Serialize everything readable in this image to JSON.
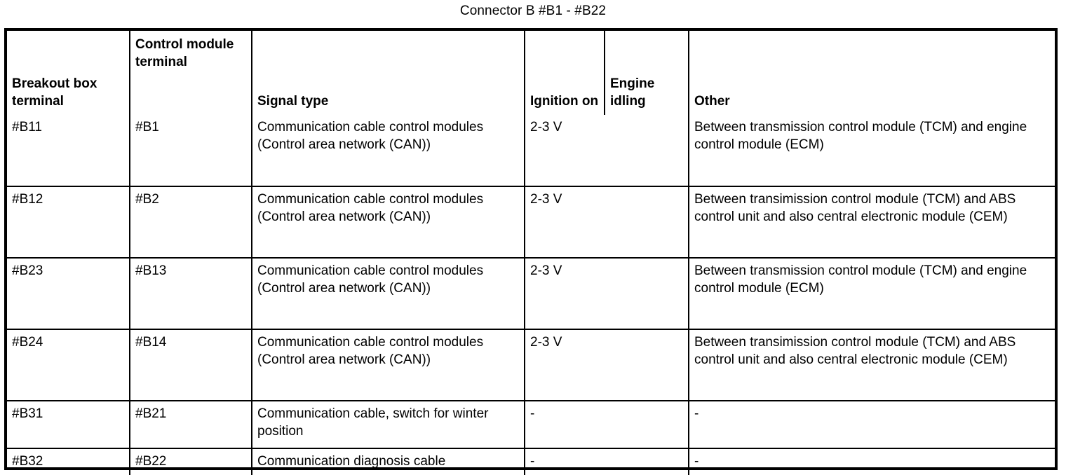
{
  "document": {
    "title": "Connector B #B1 - #B22"
  },
  "table": {
    "columns": [
      {
        "key": "breakout_terminal",
        "label": "Breakout box terminal",
        "align_top": false
      },
      {
        "key": "module_terminal",
        "label": "Control module terminal",
        "align_top": true
      },
      {
        "key": "signal_type",
        "label": "Signal type",
        "align_top": false
      },
      {
        "key": "ignition_on",
        "label": "Ignition on",
        "align_top": false
      },
      {
        "key": "engine_idling",
        "label": "Engine idling",
        "align_top": false
      },
      {
        "key": "other",
        "label": "Other",
        "align_top": false
      }
    ],
    "rows": [
      {
        "breakout_terminal": "#B11",
        "module_terminal": "#B1",
        "signal_type": "Communication cable control modules (Control area network (CAN))",
        "ignition_on": "2-3 V",
        "engine_idling": "",
        "other": "Between transmission control module (TCM) and engine control module (ECM)"
      },
      {
        "breakout_terminal": "#B12",
        "module_terminal": "#B2",
        "signal_type": "Communication cable control modules (Control area network (CAN))",
        "ignition_on": "2-3 V",
        "engine_idling": "",
        "other": "Between transimission control module (TCM) and ABS control unit and also central electronic module (CEM)"
      },
      {
        "breakout_terminal": "#B23",
        "module_terminal": "#B13",
        "signal_type": "Communication cable control modules (Control area network (CAN))",
        "ignition_on": "2-3 V",
        "engine_idling": "",
        "other": "Between transmission control module (TCM) and engine control module (ECM)"
      },
      {
        "breakout_terminal": "#B24",
        "module_terminal": "#B14",
        "signal_type": "Communication cable control modules (Control area network (CAN))",
        "ignition_on": "2-3 V",
        "engine_idling": "",
        "other": "Between transimission control module (TCM) and ABS control unit and also central electronic module (CEM)"
      },
      {
        "breakout_terminal": "#B31",
        "module_terminal": "#B21",
        "signal_type": "Communication cable, switch for winter position",
        "ignition_on": "-",
        "engine_idling": "",
        "other": "-"
      },
      {
        "breakout_terminal": "#B32",
        "module_terminal": "#B22",
        "signal_type": "Communication diagnosis cable",
        "ignition_on": "-",
        "engine_idling": "",
        "other": "-"
      }
    ]
  },
  "colors": {
    "border": "#000000",
    "text": "#000000",
    "background": "#ffffff"
  }
}
